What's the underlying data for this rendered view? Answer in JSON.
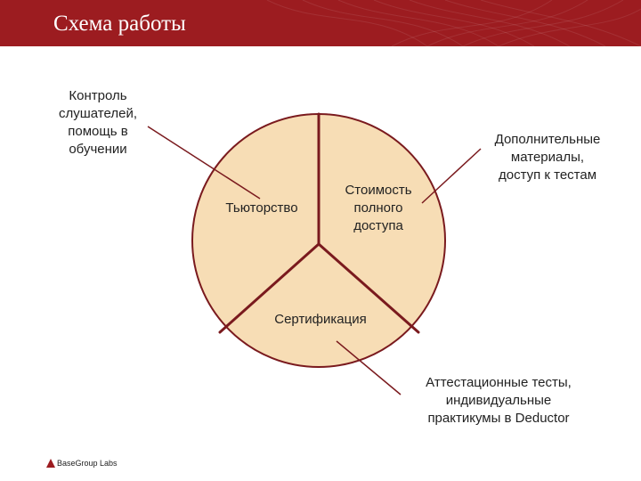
{
  "header": {
    "title": "Схема работы",
    "background": "#9c1c20"
  },
  "diagram": {
    "fill": "#f7ddb5",
    "stroke": "#7a1a1e",
    "segments": [
      "Тьюторство",
      "Стоимость\nполного\nдоступа",
      "Сертификация"
    ],
    "callouts": [
      "Контроль\nслушателей,\nпомощь в\nобучении",
      "Дополнительные\nматериалы,\nдоступ к тестам",
      "Аттестационные тесты,\nиндивидуальные\nпрактикумы в Deductor"
    ]
  },
  "footer": {
    "logo_text": "BaseGroup Labs",
    "logo_icon": "triangle-logo-icon"
  }
}
